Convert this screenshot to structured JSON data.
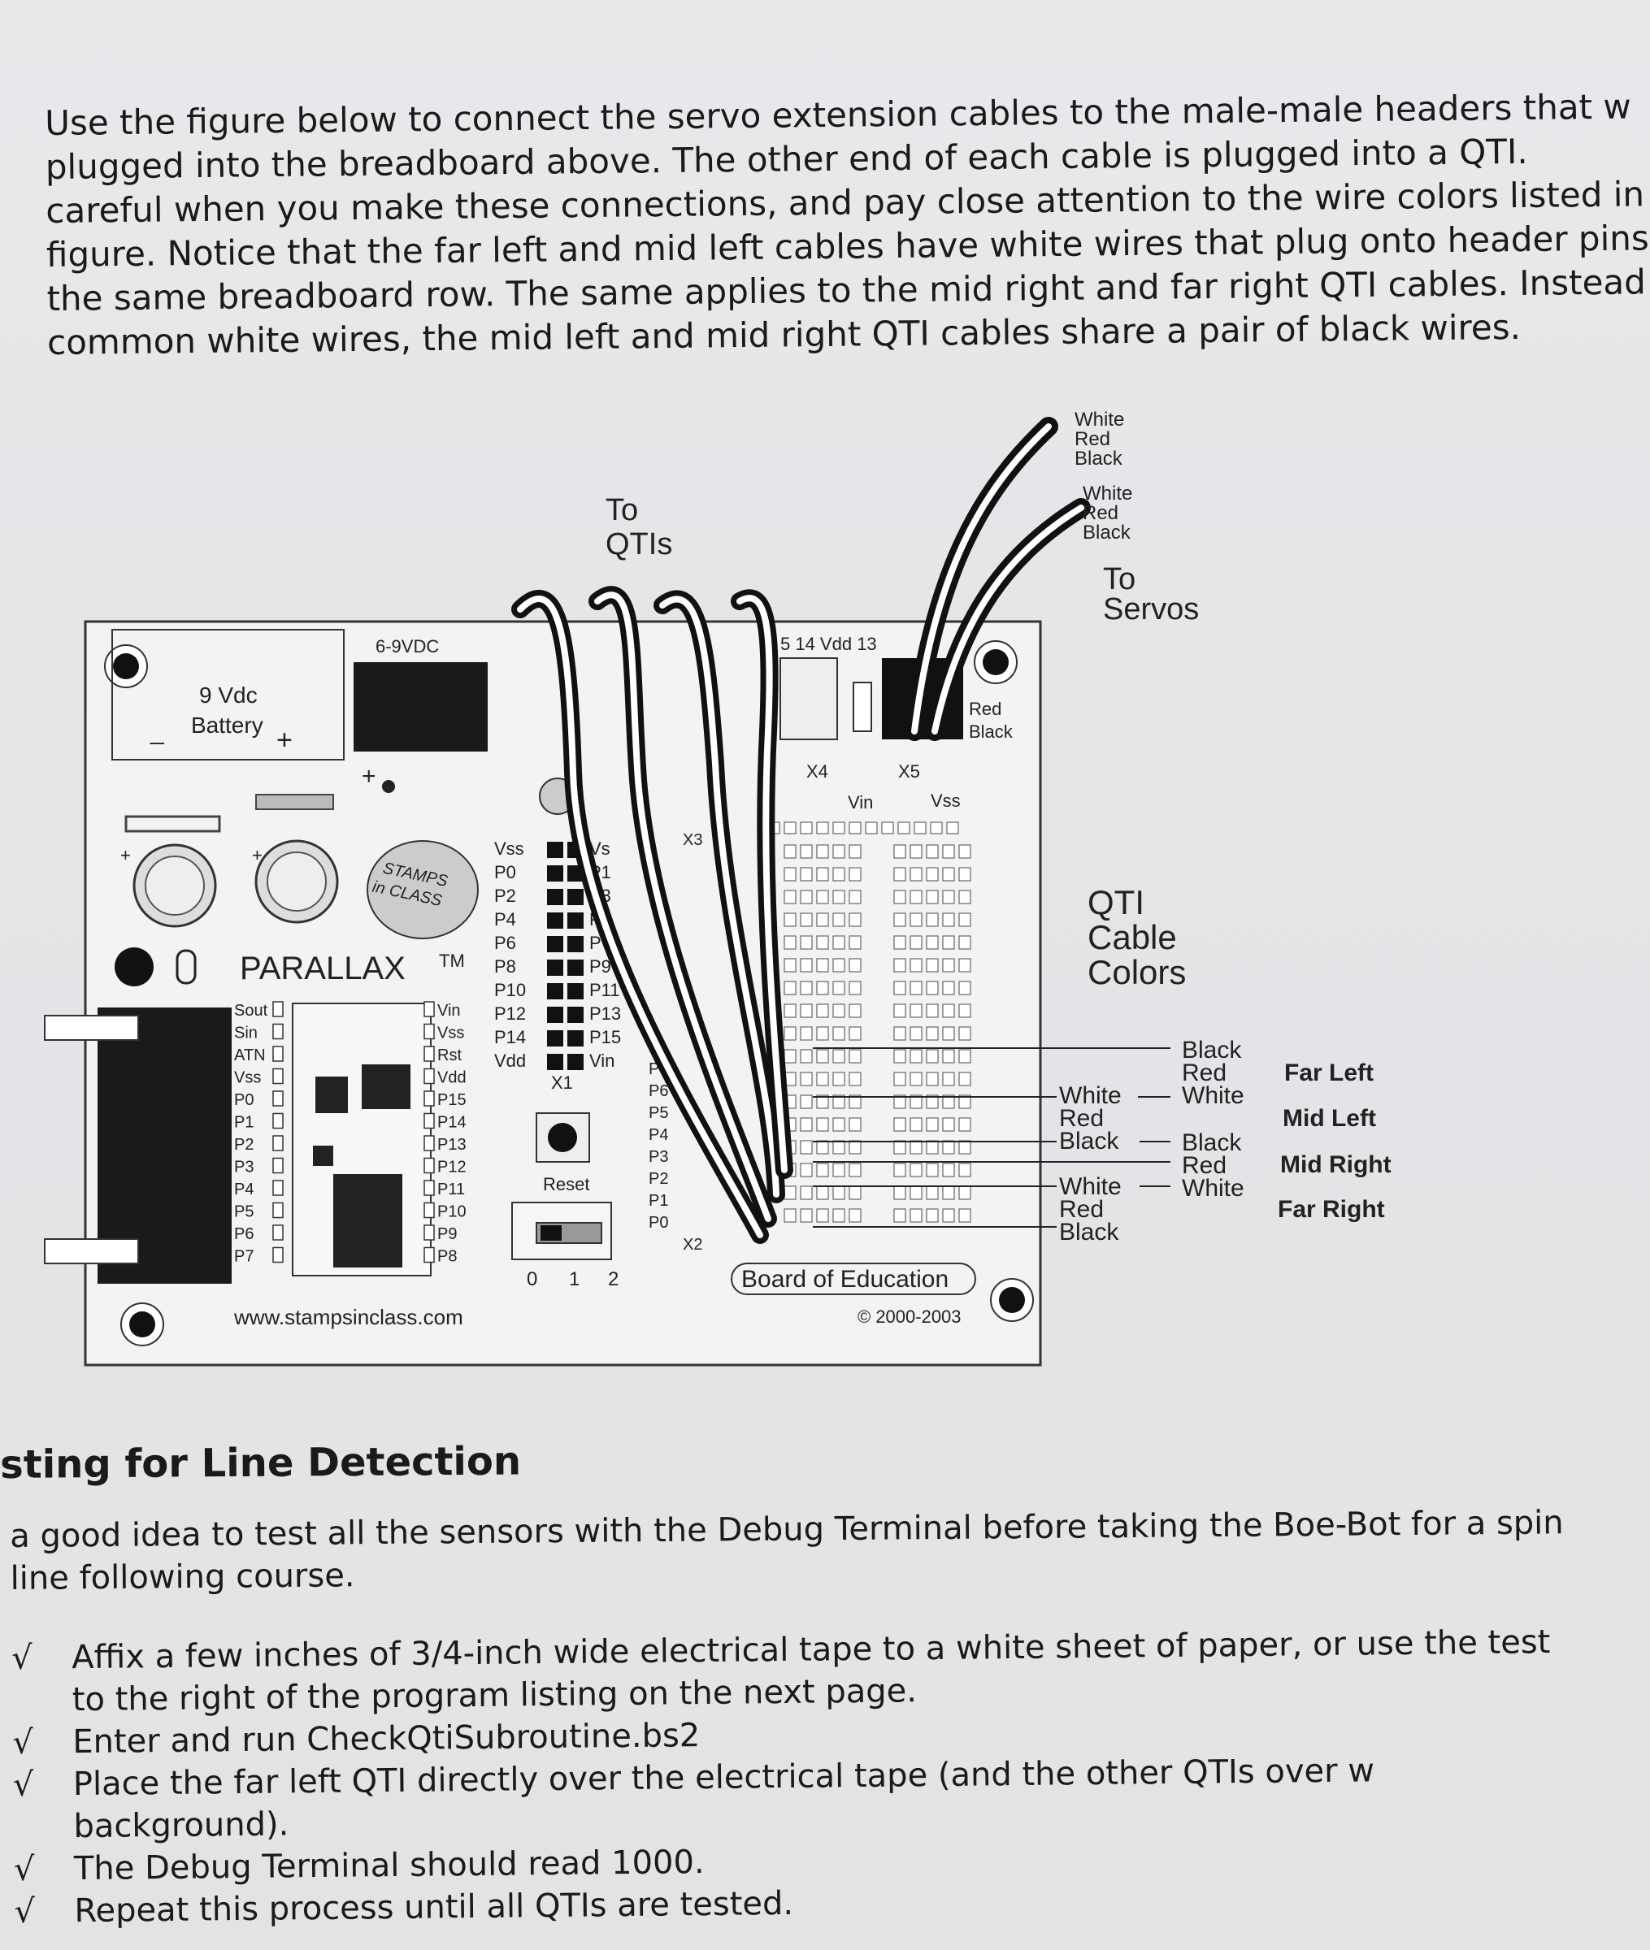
{
  "intro": {
    "lines": [
      "Use the figure below to connect the servo extension cables to the male-male headers that w",
      "plugged into the breadboard above. The other end of each cable is plugged into a QTI.",
      "careful when you make these connections, and pay close attention to the wire colors listed in",
      "figure. Notice that the far left and mid left cables have white wires that plug onto header pins",
      "the same breadboard row. The same applies to the mid right and far right QTI cables. Instead",
      "common white wires, the mid left and mid right QTI cables share a pair of black wires."
    ]
  },
  "diagram": {
    "battery_label_1": "9 Vdc",
    "battery_label_2": "Battery",
    "battery_minus": "_",
    "battery_plus": "+",
    "power_label": "6-9VDC",
    "to_qtis_1": "To",
    "to_qtis_2": "QTIs",
    "servo_wires_1": [
      "White",
      "Red",
      "Black"
    ],
    "servo_wires_2": [
      "White",
      "Red",
      "Black"
    ],
    "to_servos_1": "To",
    "to_servos_2": "Servos",
    "header_top": "5  14  Vdd  13",
    "x4": "X4",
    "x5": "X5",
    "x2": "X2",
    "x3": "X3",
    "x1": "X1",
    "servo_red": "Red",
    "servo_black": "Black",
    "vin": "Vin",
    "vss": "Vss",
    "brand": "PARALLAX",
    "tm": "TM",
    "stamps_1": "STAMPS",
    "stamps_2": "in CLASS",
    "left_pins": [
      "Sout",
      "Sin",
      "ATN",
      "Vss",
      "P0",
      "P1",
      "P2",
      "P3",
      "P4",
      "P5",
      "P6",
      "P7"
    ],
    "right_pins": [
      "Vin",
      "Vss",
      "Rst",
      "Vdd",
      "P15",
      "P14",
      "P13",
      "P12",
      "P11",
      "P10",
      "P9",
      "P8"
    ],
    "x1_left": [
      "Vss",
      "P0",
      "P2",
      "P4",
      "P6",
      "P8",
      "P10",
      "P12",
      "P14",
      "Vdd"
    ],
    "x1_right": [
      "Vs",
      "P1",
      "P3",
      "P5",
      "P7",
      "P9",
      "P11",
      "P13",
      "P15",
      "Vin"
    ],
    "x2_pins": [
      "P7",
      "P6",
      "P5",
      "P4",
      "P3",
      "P2",
      "P1",
      "P0"
    ],
    "reset": "Reset",
    "switch_positions": [
      "0",
      "1",
      "2"
    ],
    "board_name": "Board of Education",
    "copyright": "© 2000-2003",
    "website": "www.stampsinclass.com",
    "qti_title": [
      "QTI",
      "Cable",
      "Colors"
    ],
    "far_left": {
      "colors": [
        "Black",
        "Red",
        "White"
      ],
      "label": "Far Left"
    },
    "mid_left": {
      "colors": [
        "White",
        "Red",
        "Black"
      ],
      "label": "Mid Left"
    },
    "mid_right": {
      "colors": [
        "Black",
        "Red",
        "White"
      ],
      "label": "Mid Right"
    },
    "far_right": {
      "colors": [
        "White",
        "Red",
        "Black"
      ],
      "label": "Far Right"
    }
  },
  "section": {
    "title": "sting for Line Detection",
    "body": [
      "a good idea to test all the sensors with the Debug Terminal before taking the Boe-Bot for a spin",
      "line following course."
    ]
  },
  "steps": {
    "check_symbol": "√",
    "items": [
      {
        "lines": [
          "Affix a few inches of 3/4-inch wide electrical tape to a white sheet of paper, or use the test",
          "to the right of the program listing on the next page."
        ]
      },
      {
        "lines": [
          "Enter and run CheckQtiSubroutine.bs2"
        ]
      },
      {
        "lines": [
          "Place the far left QTI directly over the electrical tape (and the other QTIs over w",
          "background)."
        ]
      },
      {
        "lines": [
          "The Debug Terminal should read 1000."
        ]
      },
      {
        "lines": [
          "Repeat this process until all QTIs are tested."
        ]
      }
    ]
  }
}
